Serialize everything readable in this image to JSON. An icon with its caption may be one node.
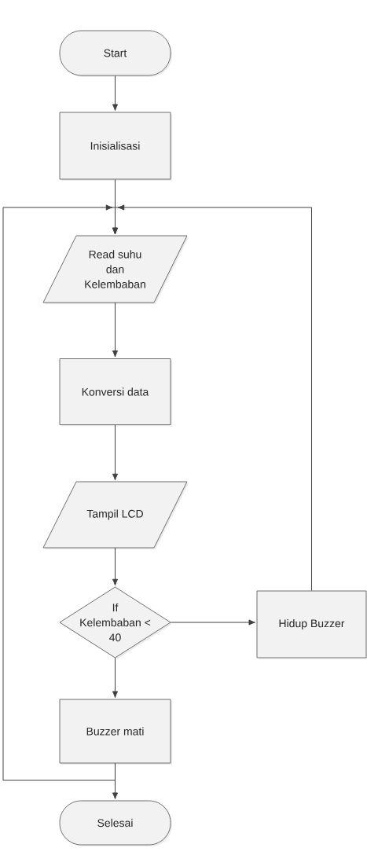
{
  "diagram": {
    "nodes": [
      {
        "text": [
          "Start"
        ]
      },
      {
        "text": [
          "Inisialisasi"
        ]
      },
      {
        "text": [
          "Read suhu dan Kelembaban"
        ]
      },
      {
        "text": [
          "Konversi data"
        ]
      },
      {
        "text": [
          "Tampil LCD"
        ]
      },
      {
        "text": [
          "If Kelembaban < 40"
        ]
      },
      {
        "text": [
          "Hidup Buzzer"
        ]
      },
      {
        "text": [
          "Buzzer mati"
        ]
      },
      {
        "text": [
          "Selesai"
        ]
      }
    ],
    "edges": [
      {
        "from": 0,
        "to": 1,
        "arrow": "to"
      },
      {
        "from": 1,
        "to": 2,
        "arrow": "to"
      },
      {
        "from": 2,
        "to": 3,
        "arrow": "to"
      },
      {
        "from": 3,
        "to": 4,
        "arrow": "to"
      },
      {
        "from": 4,
        "to": 5,
        "arrow": "to"
      },
      {
        "from": 5,
        "to": 6,
        "arrow": "to"
      },
      {
        "from": 6,
        "to": 2,
        "arrow": "to"
      },
      {
        "from": 5,
        "to": 7,
        "arrow": "to"
      },
      {
        "from": 7,
        "to": 2,
        "arrow": "to"
      },
      {
        "from": 7,
        "to": 8,
        "arrow": "to"
      }
    ]
  }
}
